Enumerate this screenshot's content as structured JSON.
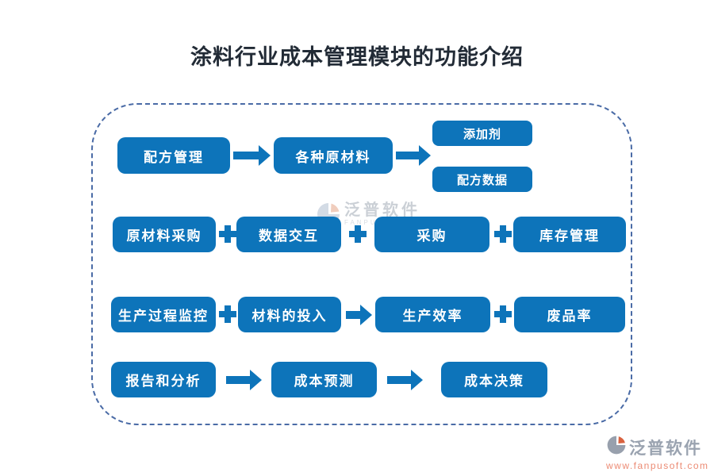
{
  "title": "涂料行业成本管理模块的功能介绍",
  "colors": {
    "box_blue": "#0d74ba",
    "frame_dash_blue": "#4a6ba6",
    "title_dark": "#222b36",
    "logo_gray": "#9aa3b0",
    "logo_orange": "#d9623f",
    "url_salmon": "#ec8b74"
  },
  "diagram": {
    "rows": [
      {
        "boxes": [
          "配方管理",
          "各种原材料",
          "添加剂",
          "配方数据"
        ],
        "connectors": [
          "arrow",
          "arrow"
        ]
      },
      {
        "boxes": [
          "原材料采购",
          "数据交互",
          "采购",
          "库存管理"
        ],
        "connectors": [
          "plus",
          "plus",
          "plus"
        ]
      },
      {
        "boxes": [
          "生产过程监控",
          "材料的投入",
          "生产效率",
          "废品率"
        ],
        "connectors": [
          "plus",
          "arrow",
          "plus"
        ]
      },
      {
        "boxes": [
          "报告和分析",
          "成本预测",
          "成本决策"
        ],
        "connectors": [
          "arrow",
          "arrow"
        ]
      }
    ]
  },
  "watermark": {
    "name": "泛普软件",
    "subtitle": "FANPU SOFTWARE"
  },
  "footer": {
    "brand": "泛普软件",
    "url": "www.fanpusoft.com"
  }
}
